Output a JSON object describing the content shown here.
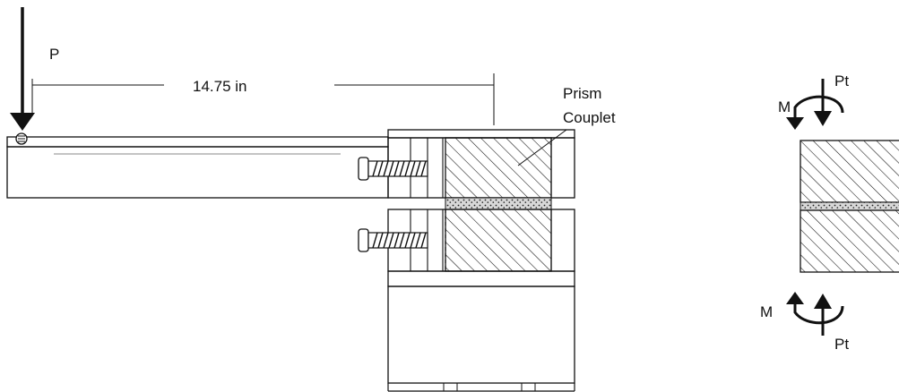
{
  "labels": {
    "load": "P",
    "distance": "14.75 in",
    "specimen_line1": "Prism",
    "specimen_line2": "Couplet",
    "moment_top": "M",
    "force_top": "Pt",
    "moment_bottom": "M",
    "force_bottom": "Pt"
  },
  "colors": {
    "stroke": "#111111",
    "mortar_fill": "#d8d8d8",
    "background": "#ffffff"
  }
}
